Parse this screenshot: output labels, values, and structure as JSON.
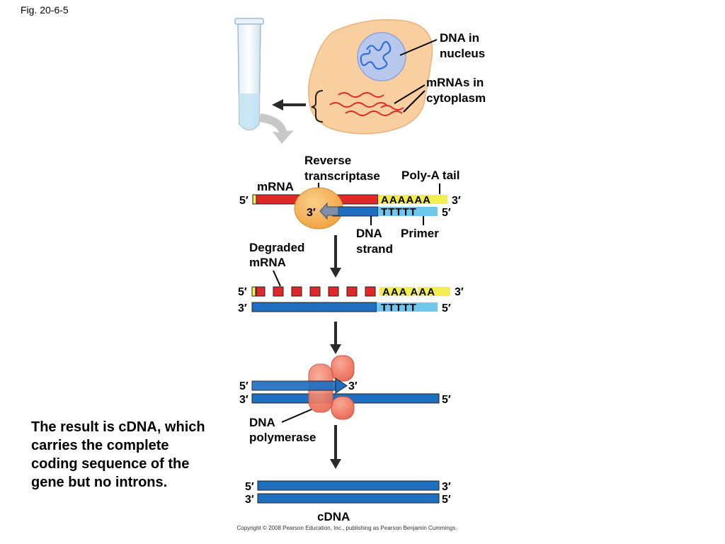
{
  "figure_label": "Fig. 20-6-5",
  "colors": {
    "mrna_red": "#e02828",
    "dna_blue": "#1f6fc0",
    "poly_a_yellow": "#f2ee52",
    "primer_cyan": "#6fc7ee",
    "cell_orange": "#f9cfa0",
    "nucleus_blue": "#b9c9ee",
    "enzyme_orange": "#f5b35a",
    "polymerase_salmon": "#f07a66",
    "arrow_dark": "#2a2a2a",
    "arrow_gray": "#c8c8c8"
  },
  "cell": {
    "nucleus_label": [
      "DNA in",
      "nucleus"
    ],
    "mrna_label": [
      "mRNAs in",
      "cytoplasm"
    ]
  },
  "step1": {
    "enzyme_label": [
      "Reverse",
      "transcriptase"
    ],
    "polya_label": "Poly-A tail",
    "mrna_label": "mRNA",
    "top_left_end": "5′",
    "top_right_end": "3′",
    "bottom_inside_end": "3′",
    "bottom_right_end": "5′",
    "poly_a": "AAAAAA",
    "primer": "TTTTT",
    "dna_strand_label": [
      "DNA",
      "strand"
    ],
    "primer_label": "Primer"
  },
  "step2": {
    "degraded_label": [
      "Degraded",
      "mRNA"
    ],
    "top_left_end": "5′",
    "top_right_end": "3′",
    "bottom_left_end": "3′",
    "bottom_right_end": "5′",
    "poly_a": "AAA AAA",
    "primer": "TTTTT"
  },
  "step3": {
    "top_left_end": "5′",
    "arrow_end": "3′",
    "bottom_left_end": "3′",
    "bottom_right_end": "5′",
    "polymerase_label": [
      "DNA",
      "polymerase"
    ]
  },
  "step4": {
    "top_left_end": "5′",
    "top_right_end": "3′",
    "bottom_left_end": "3′",
    "bottom_right_end": "5′",
    "cdna_label": "cDNA"
  },
  "result_text": "The result is cDNA, which carries the complete coding sequence of the gene but no introns.",
  "copyright": "Copyright © 2008 Pearson Education, Inc., publishing as Pearson Benjamin Cummings."
}
